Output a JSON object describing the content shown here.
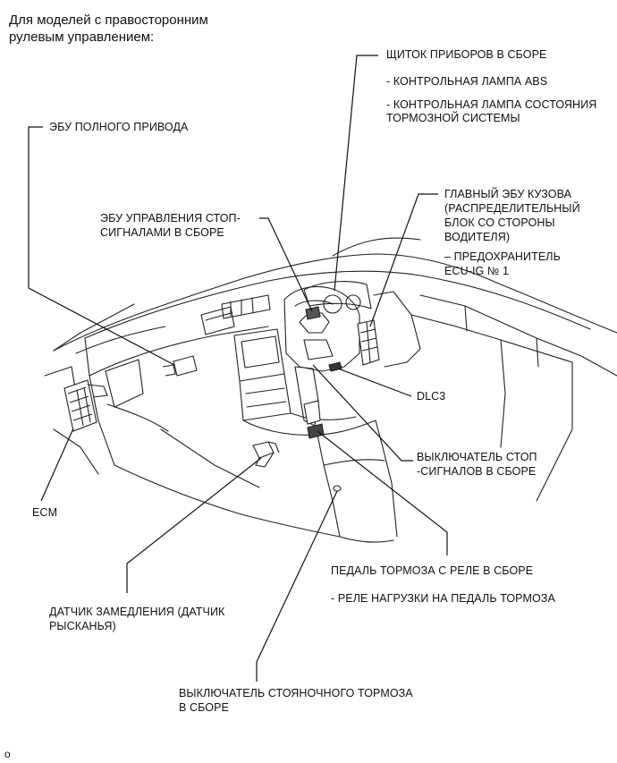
{
  "header": {
    "line1": "Для моделей с правосторонним",
    "line2": "рулевым управлением:"
  },
  "labels": {
    "instrument_cluster": "ЩИТОК ПРИБОРОВ В СБОРЕ",
    "abs_lamp": "- КОНТРОЛЬНАЯ ЛАМПА ABS",
    "brake_lamp_1": "- КОНТРОЛЬНАЯ ЛАМПА СОСТОЯНИЯ",
    "brake_lamp_2": "ТОРМОЗНОЙ СИСТЕМЫ",
    "awd_ecu": "ЭБУ ПОЛНОГО ПРИВОДА",
    "stop_ecu_1": "ЭБУ УПРАВЛЕНИЯ СТОП-",
    "stop_ecu_2": "СИГНАЛАМИ В СБОРЕ",
    "body_ecu_1": "ГЛАВНЫЙ ЭБУ КУЗОВА",
    "body_ecu_2": "(РАСПРЕДЕЛИТЕЛЬНЫЙ",
    "body_ecu_3": "БЛОК СО СТОРОНЫ",
    "body_ecu_4": "ВОДИТЕЛЯ)",
    "fuse_1": "– ПРЕДОХРАНИТЕЛЬ",
    "fuse_2": "ECU-IG № 1",
    "dlc3": "DLC3",
    "stop_switch_1": "ВЫКЛЮЧАТЕЛЬ СТОП",
    "stop_switch_2": "-СИГНАЛОВ В СБОРЕ",
    "ecm": "ECM",
    "brake_pedal": "ПЕДАЛЬ ТОРМОЗА С РЕЛЕ В СБОРЕ",
    "pedal_relay": "- РЕЛЕ НАГРУЗКИ НА ПЕДАЛЬ ТОРМОЗА",
    "decel_sensor_1": "ДАТЧИК ЗАМЕДЛЕНИЯ (ДАТЧИК",
    "decel_sensor_2": "РЫСКАНЬЯ)",
    "parking_switch_1": "ВЫКЛЮЧАТЕЛЬ СТОЯНОЧНОГО ТОРМОЗА",
    "parking_switch_2": "В СБОРЕ"
  },
  "footer_mark": "o"
}
